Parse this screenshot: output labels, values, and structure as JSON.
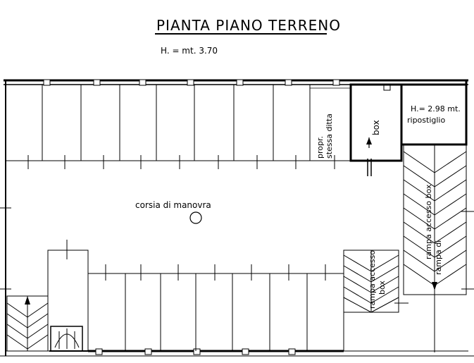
{
  "drawing": {
    "title": "PIANTA PIANO TERRENO",
    "height_note": "H. = mt. 3.70"
  },
  "rooms": {
    "corsia": "corsia di manovra",
    "propr_line1": "propr.",
    "propr_line2": "stessa ditta",
    "box": "box",
    "ripostiglio_height": "H.= 2.98 mt.",
    "ripostiglio": "ripostiglio",
    "ramp_right": "rampa accesso box",
    "ramp_right_2": "rampa di",
    "ramp_center": "rampa accesso",
    "ramp_center_2": "box"
  }
}
